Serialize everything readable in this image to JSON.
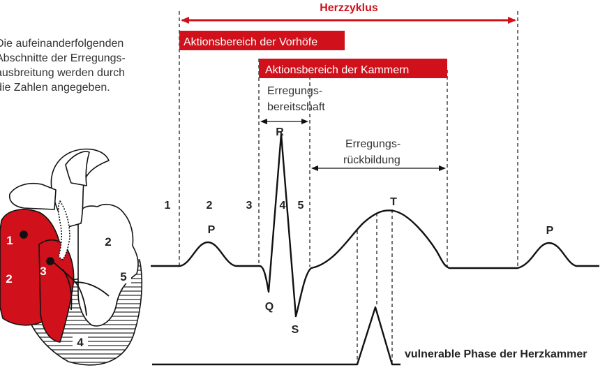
{
  "title": "Herzzyklus",
  "caption_lines": [
    "Die aufeinanderfolgenden",
    "Abschnitte der Erregungs-",
    "ausbreitung werden durch",
    "die Zahlen angegeben."
  ],
  "bands": {
    "atria": "Aktionsbereich der Vorhöfe",
    "ventricles": "Aktionsbereich der Kammern"
  },
  "annotations": {
    "excitability": [
      "Erregungs-",
      "bereitschaft"
    ],
    "recovery": [
      "Erregungs-",
      "rückbildung"
    ],
    "vulnerable": "vulnerable Phase der Herzkammer"
  },
  "phase_numbers": [
    "1",
    "2",
    "3",
    "4",
    "5"
  ],
  "waves": {
    "p1": "P",
    "q": "Q",
    "r": "R",
    "s": "S",
    "t": "T",
    "p2": "P"
  },
  "heart_numbers": {
    "n1": "1",
    "n2a": "2",
    "n2b": "2",
    "n3": "3",
    "n4": "4",
    "n5": "5"
  },
  "colors": {
    "accent": "#d0101a",
    "line": "#111111",
    "text": "#222222"
  }
}
